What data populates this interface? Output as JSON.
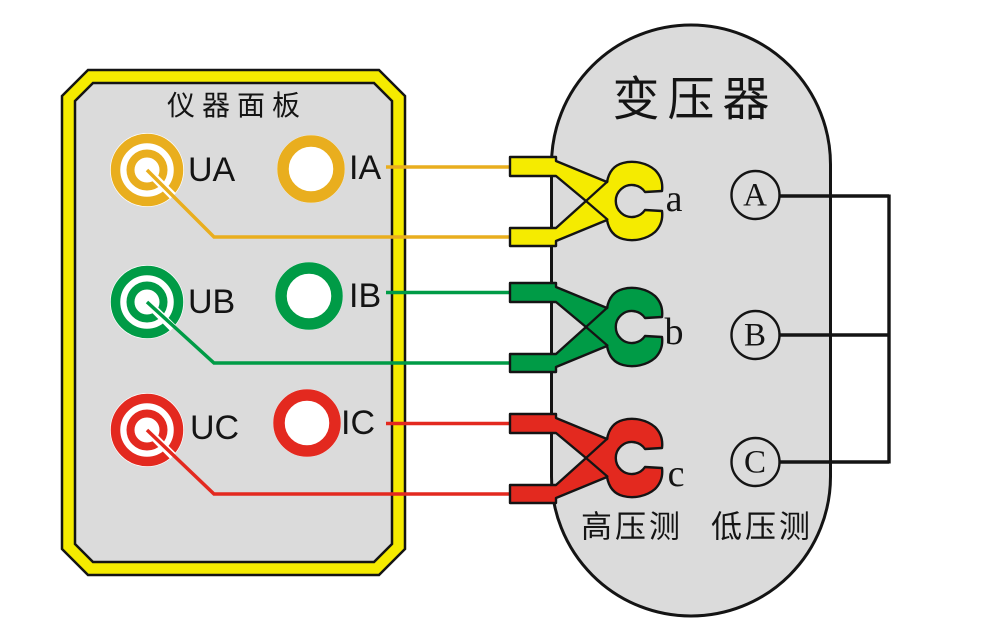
{
  "colors": {
    "amber": "#E9AE1E",
    "yellow": "#F5EB00",
    "green": "#009B46",
    "red": "#E3291F",
    "gray": "#DBDBDB",
    "ink": "#141414"
  },
  "panel": {
    "title": "仪器面板",
    "terminals": [
      {
        "label": "UA",
        "type": "voltage-socket",
        "color": "amber"
      },
      {
        "label": "IA",
        "type": "current-socket",
        "color": "amber"
      },
      {
        "label": "UB",
        "type": "voltage-socket",
        "color": "green"
      },
      {
        "label": "IB",
        "type": "current-socket",
        "color": "green"
      },
      {
        "label": "UC",
        "type": "voltage-socket",
        "color": "red"
      },
      {
        "label": "IC",
        "type": "current-socket",
        "color": "red"
      }
    ]
  },
  "transformer": {
    "title": "变压器",
    "hv_side_label": "高压测",
    "lv_side_label": "低压测",
    "hv_terminals": [
      {
        "label": "a",
        "clamp_color": "yellow"
      },
      {
        "label": "b",
        "clamp_color": "green"
      },
      {
        "label": "c",
        "clamp_color": "red"
      }
    ],
    "lv_terminals": [
      {
        "label": "A"
      },
      {
        "label": "B"
      },
      {
        "label": "C"
      }
    ]
  }
}
